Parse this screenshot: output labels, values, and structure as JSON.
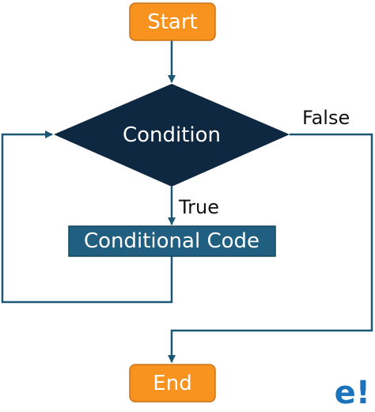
{
  "flowchart": {
    "nodes": {
      "start": {
        "label": "Start"
      },
      "condition": {
        "label": "Condition"
      },
      "conditional_code": {
        "label": "Conditional Code"
      },
      "end": {
        "label": "End"
      }
    },
    "edges": {
      "true_label": "True",
      "false_label": "False"
    }
  },
  "logo": {
    "text": "e!"
  },
  "colors": {
    "terminal_fill": "#F7931E",
    "terminal_stroke": "#C8731A",
    "terminal_text": "#ffffff",
    "decision_fill": "#0E2841",
    "decision_text": "#ffffff",
    "process_fill": "#215F80",
    "process_stroke": "#16475F",
    "process_text": "#ffffff",
    "connector": "#1C5775",
    "logo": "#1B74BB"
  }
}
